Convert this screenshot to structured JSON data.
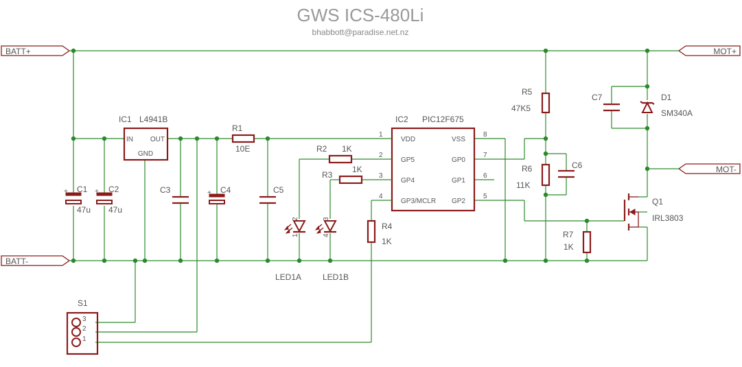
{
  "title": "GWS ICS-480Li",
  "subtitle": "bhabbott@paradise.net.nz",
  "ports": {
    "batt_pos": "BATT+",
    "batt_neg": "BATT-",
    "mot_pos": "MOT+",
    "mot_neg": "MOT-"
  },
  "ic1": {
    "ref": "IC1",
    "value": "L4941B",
    "pin_in": "IN",
    "pin_out": "OUT",
    "pin_gnd": "GND"
  },
  "ic2": {
    "ref": "IC2",
    "value": "PIC12F675",
    "pins": [
      {
        "num": "1",
        "name": "VDD"
      },
      {
        "num": "2",
        "name": "GP5"
      },
      {
        "num": "3",
        "name": "GP4"
      },
      {
        "num": "4",
        "name": "GP3/MCLR"
      },
      {
        "num": "8",
        "name": "VSS"
      },
      {
        "num": "7",
        "name": "GP0"
      },
      {
        "num": "6",
        "name": "GP1"
      },
      {
        "num": "5",
        "name": "GP2"
      }
    ]
  },
  "components": {
    "c1": {
      "ref": "C1",
      "value": "47u"
    },
    "c2": {
      "ref": "C2",
      "value": "47u"
    },
    "c3": {
      "ref": "C3"
    },
    "c4": {
      "ref": "C4"
    },
    "c5": {
      "ref": "C5"
    },
    "c6": {
      "ref": "C6"
    },
    "c7": {
      "ref": "C7"
    },
    "r1": {
      "ref": "R1",
      "value": "10E"
    },
    "r2": {
      "ref": "R2",
      "value": "1K"
    },
    "r3": {
      "ref": "R3",
      "value": "1K"
    },
    "r4": {
      "ref": "R4",
      "value": "1K"
    },
    "r5": {
      "ref": "R5",
      "value": "47K5"
    },
    "r6": {
      "ref": "R6",
      "value": "11K"
    },
    "r7": {
      "ref": "R7",
      "value": "1K"
    },
    "d1": {
      "ref": "D1",
      "value": "SM340A"
    },
    "q1": {
      "ref": "Q1",
      "value": "IRL3803"
    },
    "led1a": {
      "ref": "LED1A",
      "pin_a": "2",
      "pin_k": "1"
    },
    "led1b": {
      "ref": "LED1B",
      "pin_a": "3",
      "pin_k": "4"
    },
    "s1": {
      "ref": "S1",
      "pins": [
        "3",
        "2",
        "1"
      ]
    }
  }
}
